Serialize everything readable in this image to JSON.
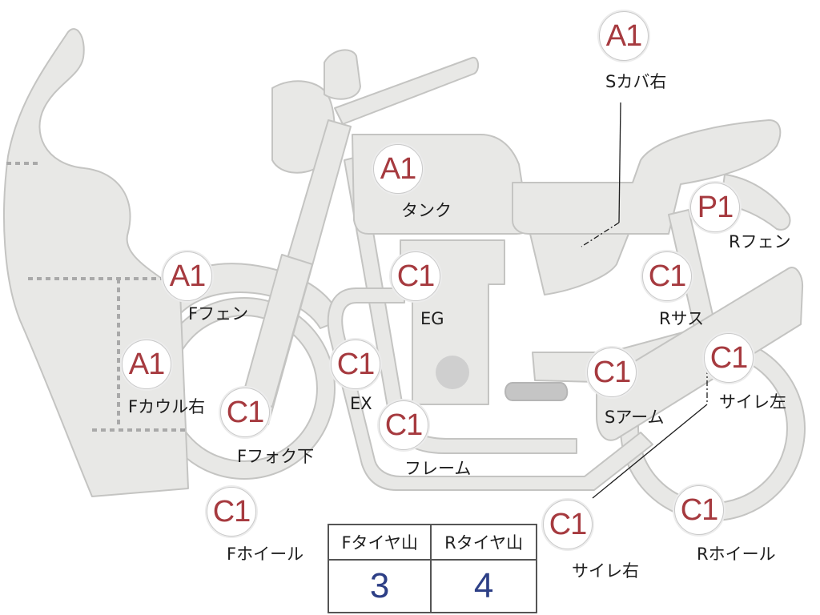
{
  "parts": [
    {
      "id": "side-cover-right",
      "grade": "A1",
      "label": "Sカバ右"
    },
    {
      "id": "tank",
      "grade": "A1",
      "label": "タンク"
    },
    {
      "id": "front-fender",
      "grade": "A1",
      "label": "Fフェン"
    },
    {
      "id": "front-cowl-right",
      "grade": "A1",
      "label": "Fカウル右"
    },
    {
      "id": "rear-fender",
      "grade": "P1",
      "label": "Rフェン"
    },
    {
      "id": "engine",
      "grade": "C1",
      "label": "EG"
    },
    {
      "id": "rear-suspension",
      "grade": "C1",
      "label": "Rサス"
    },
    {
      "id": "exhaust",
      "grade": "C1",
      "label": "EX"
    },
    {
      "id": "swing-arm",
      "grade": "C1",
      "label": "Sアーム"
    },
    {
      "id": "silencer-left",
      "grade": "C1",
      "label": "サイレ左"
    },
    {
      "id": "front-fork-lower",
      "grade": "C1",
      "label": "Fフォク下"
    },
    {
      "id": "frame",
      "grade": "C1",
      "label": "フレーム"
    },
    {
      "id": "front-wheel",
      "grade": "C1",
      "label": "Fホイール"
    },
    {
      "id": "silencer-right",
      "grade": "C1",
      "label": "サイレ右"
    },
    {
      "id": "rear-wheel",
      "grade": "C1",
      "label": "Rホイール"
    }
  ],
  "tread_table": {
    "headers": [
      "Fタイヤ山",
      "Rタイヤ山"
    ],
    "values": [
      "3",
      "4"
    ]
  },
  "colors": {
    "grade_text": "#a63a3f",
    "tread_value": "#2d3f86",
    "body_fill": "#e8e8e6",
    "body_stroke": "#c4c4c2"
  }
}
